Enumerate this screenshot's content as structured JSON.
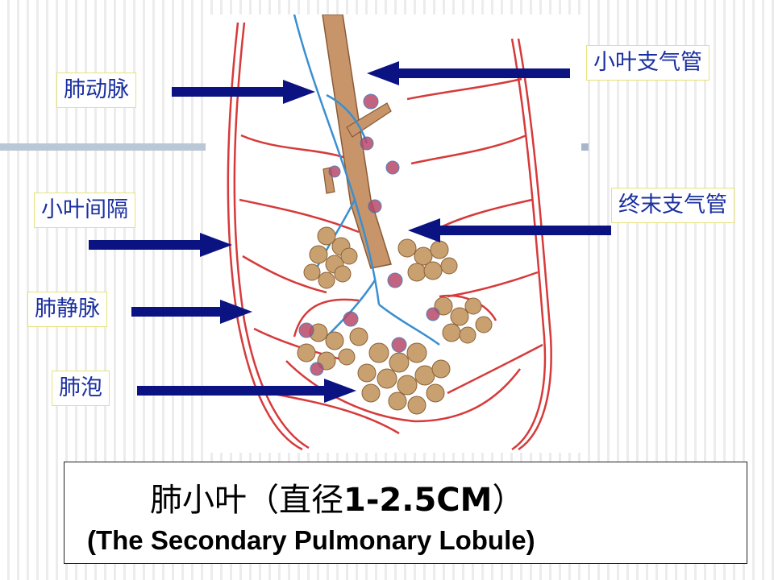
{
  "labels": {
    "lobular_bronchus": "小叶支气管",
    "pulmonary_artery": "肺动脉",
    "interlobular_septum": "小叶间隔",
    "terminal_bronchus": "终末支气管",
    "pulmonary_vein": "肺静脉",
    "alveolus": "肺泡"
  },
  "caption": {
    "chinese_title": "肺小叶（直径",
    "size_range": "1-2.5CM",
    "closing": "）",
    "english_title": "(The Secondary Pulmonary Lobule)"
  },
  "colors": {
    "label_text": "#1a2fa0",
    "arrow": "#0b1382",
    "vessel_red": "#d63a3a",
    "artery_blue": "#3a8fd0",
    "bronchus": "#c8956a",
    "alveoli": "#c9a070"
  },
  "icons": [
    "arrow-right-icon",
    "arrow-left-icon"
  ]
}
